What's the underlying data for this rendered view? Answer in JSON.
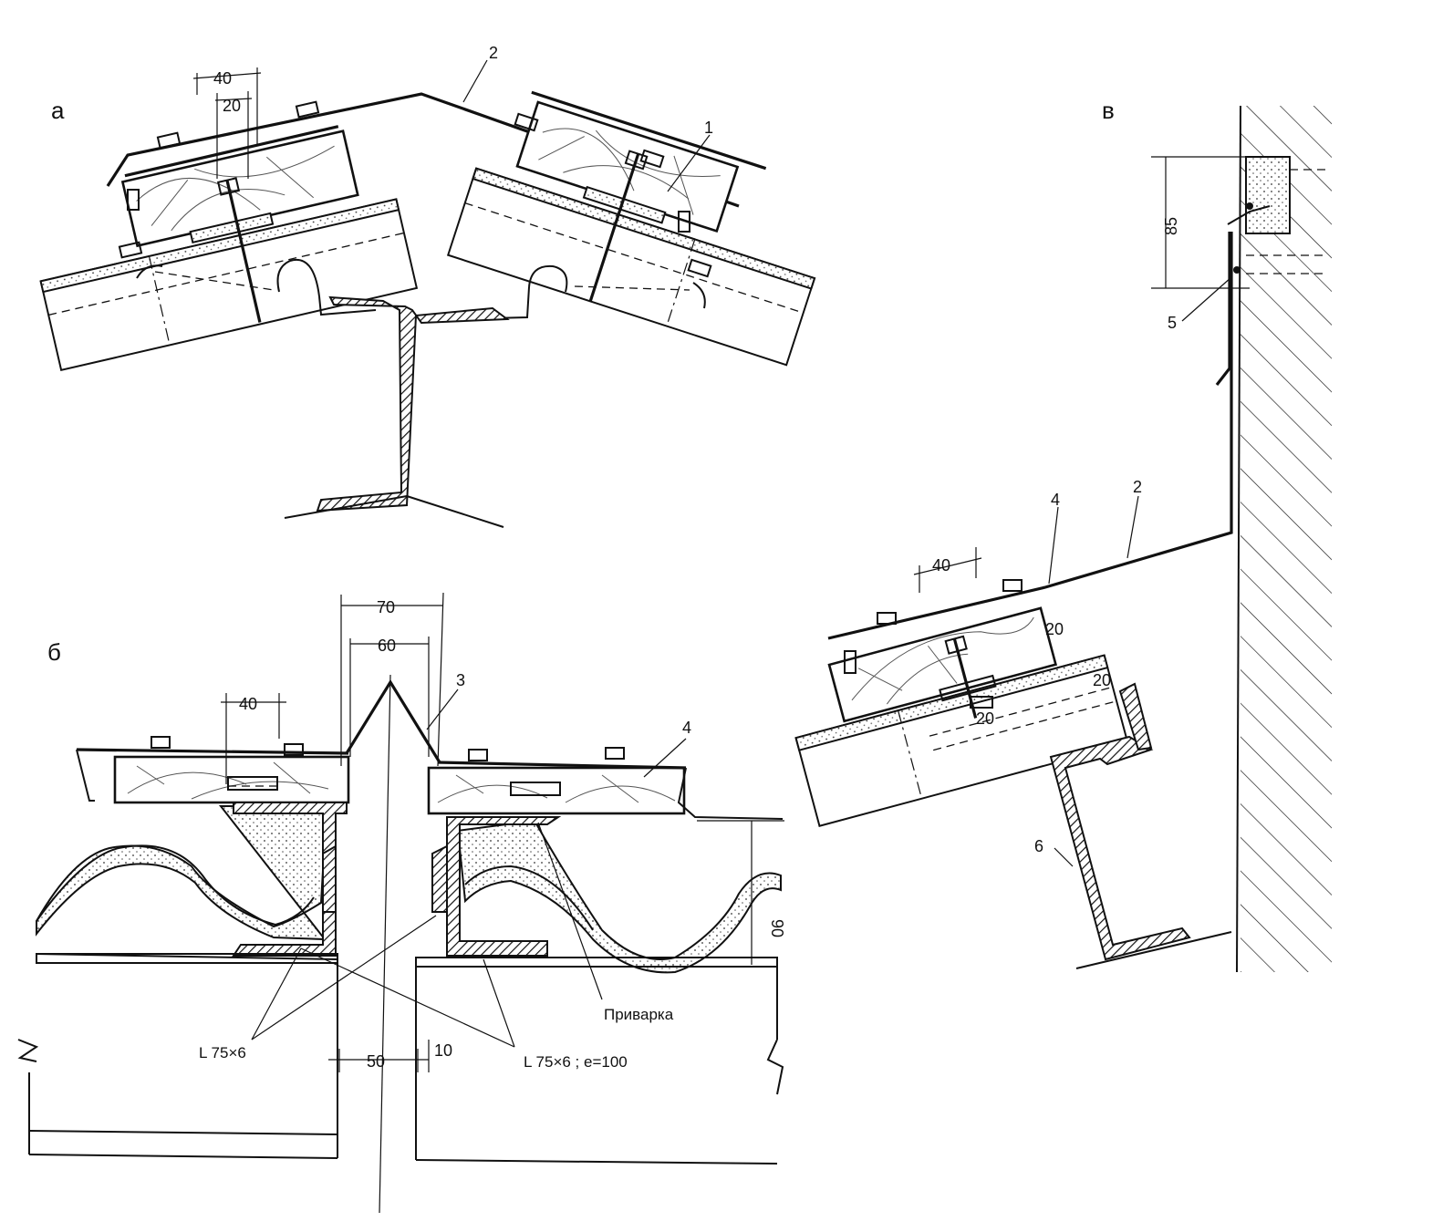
{
  "title": "",
  "views": [
    {
      "id": "a",
      "label": "а",
      "dimensions": [
        "40",
        "20"
      ],
      "callouts": [
        "1",
        "2"
      ]
    },
    {
      "id": "b",
      "label": "б",
      "dimensions": [
        "70",
        "60",
        "40",
        "90",
        "50",
        "10"
      ],
      "callouts": [
        "3",
        "4"
      ],
      "notes": [
        "L 75×6",
        "L 75×6 ;  e=100",
        "Приварка"
      ]
    },
    {
      "id": "v",
      "label": "в",
      "dimensions": [
        "85",
        "40",
        "20",
        "20",
        "20"
      ],
      "callouts": [
        "5",
        "4",
        "2",
        "6"
      ]
    }
  ]
}
